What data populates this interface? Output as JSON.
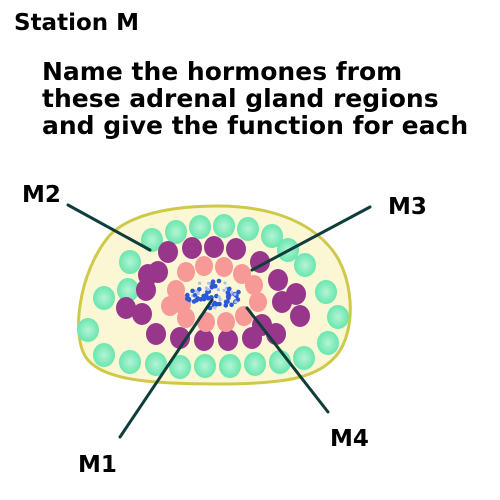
{
  "station_title": "Station M",
  "question": {
    "line1": "Name the hormones from",
    "line2": "these adrenal gland regions",
    "line3": "and give the function for each"
  },
  "labels": {
    "m1": "M1",
    "m2": "M2",
    "m3": "M3",
    "m4": "M4"
  },
  "colors": {
    "capsule_fill": "#fbf7d5",
    "capsule_outline": "#cfc94a",
    "outer_cells": "#5be3a6",
    "outer_cells_center": "#b4f4d6",
    "middle_cells": "#98368c",
    "inner_cells": "#f79a97",
    "core_dots": "#2b59d6",
    "core_dots_light": "#a9bff2",
    "pointer_lines": "#0f3d3c"
  }
}
